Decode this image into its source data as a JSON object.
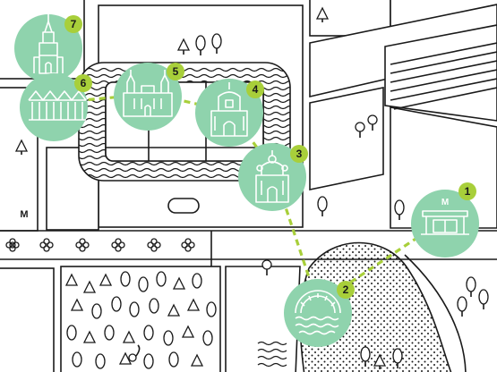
{
  "map": {
    "accent_color": "#8fd3ad",
    "route_color": "#a8cf3a",
    "line_color": "#1a1a1a",
    "metro_symbol": "M",
    "pois": [
      {
        "number": "1",
        "icon": "metro-station-pavilion-icon"
      },
      {
        "number": "2",
        "icon": "fountain-pond-icon"
      },
      {
        "number": "3",
        "icon": "cathedral-icon"
      },
      {
        "number": "4",
        "icon": "gate-church-icon"
      },
      {
        "number": "5",
        "icon": "palace-icon"
      },
      {
        "number": "6",
        "icon": "market-arcade-icon"
      },
      {
        "number": "7",
        "icon": "bell-tower-icon"
      }
    ],
    "route_order": [
      "1",
      "2",
      "3",
      "4",
      "5",
      "6"
    ]
  }
}
